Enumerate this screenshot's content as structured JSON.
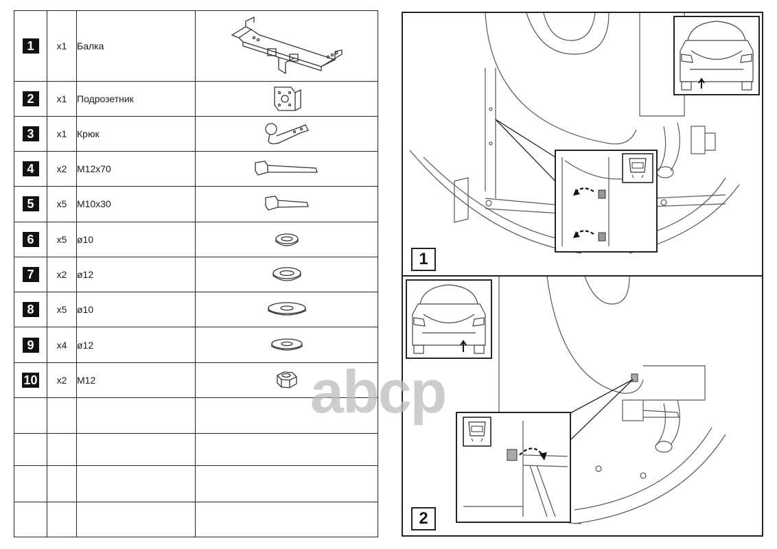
{
  "parts": [
    {
      "num": "1",
      "qty": "x1",
      "name": "Балка",
      "icon": "tow-bar-beam-icon"
    },
    {
      "num": "2",
      "qty": "x1",
      "name": "Подрозетник",
      "icon": "socket-bracket-icon"
    },
    {
      "num": "3",
      "qty": "x1",
      "name": "Крюк",
      "icon": "tow-ball-hook-icon"
    },
    {
      "num": "4",
      "qty": "x2",
      "name": "M12x70",
      "icon": "long-bolt-icon"
    },
    {
      "num": "5",
      "qty": "x5",
      "name": "M10x30",
      "icon": "short-bolt-icon"
    },
    {
      "num": "6",
      "qty": "x5",
      "name": "ø10",
      "icon": "spring-washer-small-icon"
    },
    {
      "num": "7",
      "qty": "x2",
      "name": "ø12",
      "icon": "spring-washer-large-icon"
    },
    {
      "num": "8",
      "qty": "x5",
      "name": "ø10",
      "icon": "flat-washer-large-icon"
    },
    {
      "num": "9",
      "qty": "x4",
      "name": "ø12",
      "icon": "flat-washer-small-icon"
    },
    {
      "num": "10",
      "qty": "x2",
      "name": "M12",
      "icon": "hex-nut-icon"
    }
  ],
  "steps": [
    {
      "label": "1"
    },
    {
      "label": "2"
    }
  ],
  "watermark": "abcp"
}
